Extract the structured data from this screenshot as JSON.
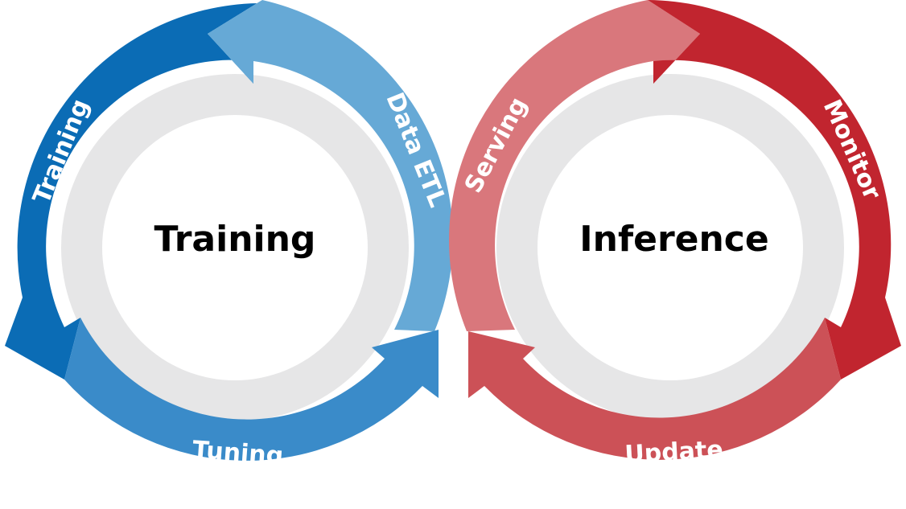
{
  "training_cycle": {
    "center_label": "Training",
    "segments": [
      {
        "key": "data_etl",
        "label": "Data ETL",
        "color": "#66a9d6"
      },
      {
        "key": "tuning",
        "label": "Tuning",
        "color": "#3a8bc9"
      },
      {
        "key": "training",
        "label": "Training",
        "color": "#0b6cb5"
      }
    ],
    "ring_color": "#e6e6e7"
  },
  "inference_cycle": {
    "center_label": "Inference",
    "segments": [
      {
        "key": "serving",
        "label": "Serving",
        "color": "#d9777c"
      },
      {
        "key": "monitor",
        "label": "Monitor",
        "color": "#c1252f"
      },
      {
        "key": "update",
        "label": "Update",
        "color": "#cc5157"
      }
    ],
    "ring_color": "#e6e6e7"
  }
}
